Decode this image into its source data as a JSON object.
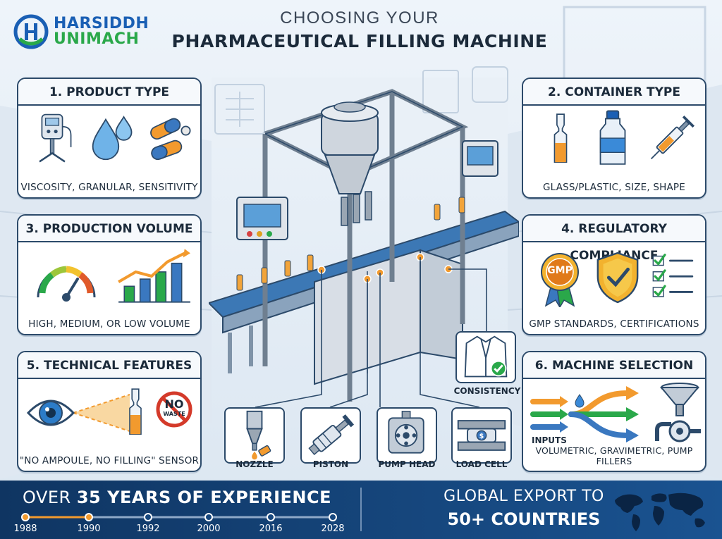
{
  "brand": {
    "line1": "HARSIDDH",
    "line2": "UNIMACH"
  },
  "header": {
    "title_line1": "CHOOSING YOUR",
    "title_line2": "PHARMACEUTICAL FILLING MACHINE"
  },
  "panels": [
    {
      "title": "1. PRODUCT TYPE",
      "caption": "VISCOSITY, GRANULAR, SENSITIVITY",
      "icons": [
        "viscometer-icon",
        "droplets-icon",
        "capsules-icon"
      ]
    },
    {
      "title": "2. CONTAINER TYPE",
      "caption": "GLASS/PLASTIC, SIZE, SHAPE",
      "icons": [
        "ampoule-icon",
        "bottle-icon",
        "syringe-icon"
      ]
    },
    {
      "title": "3. PRODUCTION VOLUME",
      "caption": "HIGH, MEDIUM, OR LOW VOLUME",
      "icons": [
        "gauge-icon",
        "growth-chart-icon"
      ]
    },
    {
      "title": "4. REGULATORY COMPLIANCE",
      "caption": "GMP STANDARDS, CERTIFICATIONS",
      "icons": [
        "gmp-badge-icon",
        "shield-check-icon",
        "checklist-icon"
      ],
      "badge_text": "GMP"
    },
    {
      "title": "5. TECHNICAL FEATURES",
      "caption": "\"NO AMPOULE, NO FILLING\" SENSOR",
      "icons": [
        "eye-sensor-icon",
        "ampoule-icon",
        "no-waste-icon"
      ],
      "badge_text": "NO",
      "badge_sub": "WASTE"
    },
    {
      "title": "6. MACHINE SELECTION",
      "caption": "VOLUMETRIC, GRAVIMETRIC, PUMP FILLERS",
      "icons": [
        "flow-arrows-icon",
        "funnel-icon",
        "pump-icon"
      ],
      "inputs_label": "INPUTS"
    }
  ],
  "components": [
    {
      "label": "NOZZLE",
      "icon": "nozzle-icon"
    },
    {
      "label": "PISTON",
      "icon": "piston-icon"
    },
    {
      "label": "PUMP HEAD",
      "icon": "pump-head-icon"
    },
    {
      "label": "LOAD CELL",
      "icon": "load-cell-icon"
    }
  ],
  "consistency": {
    "label": "CONSISTENCY",
    "icon": "lab-coat-check-icon"
  },
  "footer": {
    "experience_prefix": "OVER ",
    "experience_bold": "35 YEARS OF EXPERIENCE",
    "timeline": [
      "1988",
      "1990",
      "1992",
      "2000",
      "2016",
      "2028"
    ],
    "global_line1": "GLOBAL EXPORT TO",
    "global_line2": "50+ COUNTRIES"
  },
  "colors": {
    "navy": "#2c4a6a",
    "brand_blue": "#1a5fb4",
    "brand_green": "#2aa84a",
    "accent_orange": "#f29a2e",
    "footer_bg": "#16477e"
  }
}
